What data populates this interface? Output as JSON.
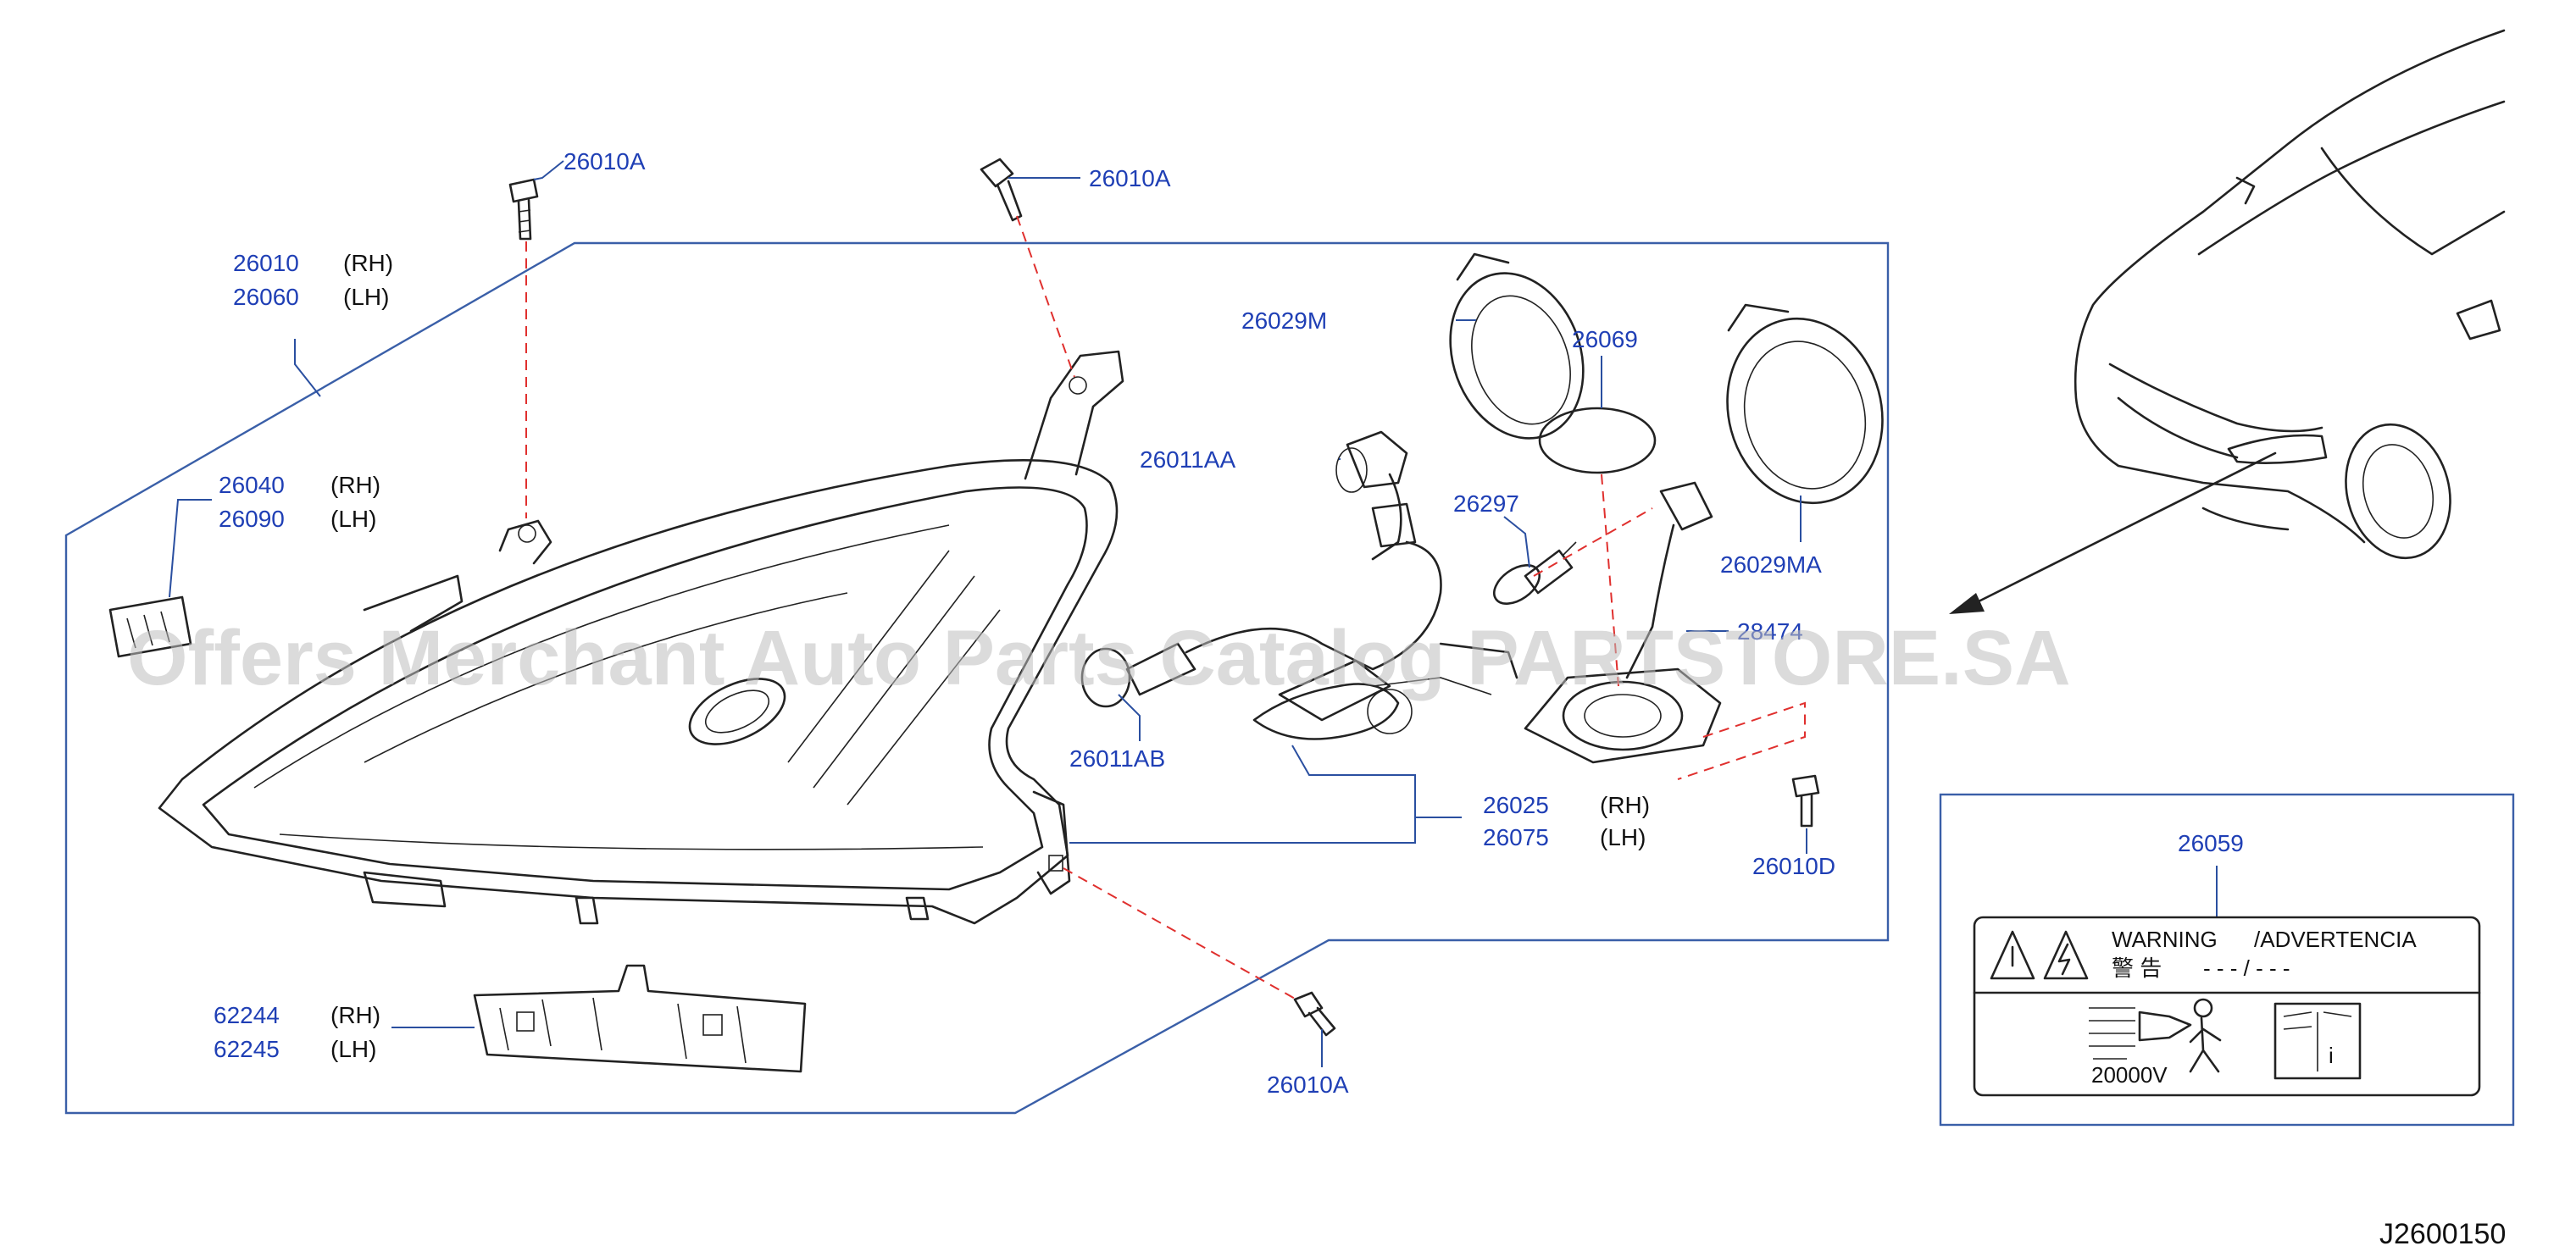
{
  "watermark": "Offers Merchant Auto Parts Catalog PARTSTORE.SA",
  "diagram_code": "J2600150",
  "callouts": {
    "c26010A_top_left": "26010A",
    "c26010A_top_center": "26010A",
    "c26010A_bottom": "26010A",
    "c26010D": "26010D",
    "c26010": "26010",
    "c26060": "26060",
    "c26040": "26040",
    "c26090": "26090",
    "c26029M": "26029M",
    "c26069": "26069",
    "c26011AA": "26011AA",
    "c26297": "26297",
    "c26029MA": "26029MA",
    "c28474": "28474",
    "c26011AB": "26011AB",
    "c26025": "26025",
    "c26075": "26075",
    "c62244": "62244",
    "c62245": "62245",
    "c26059": "26059"
  },
  "sides": {
    "rh": "(RH)",
    "lh": "(LH)"
  },
  "label_26059": {
    "warning": "WARNING",
    "advertencia": "/ADVERTENCIA",
    "japanese": "警 告",
    "dashes": "- - - / - - -",
    "voltage": "20000V"
  }
}
